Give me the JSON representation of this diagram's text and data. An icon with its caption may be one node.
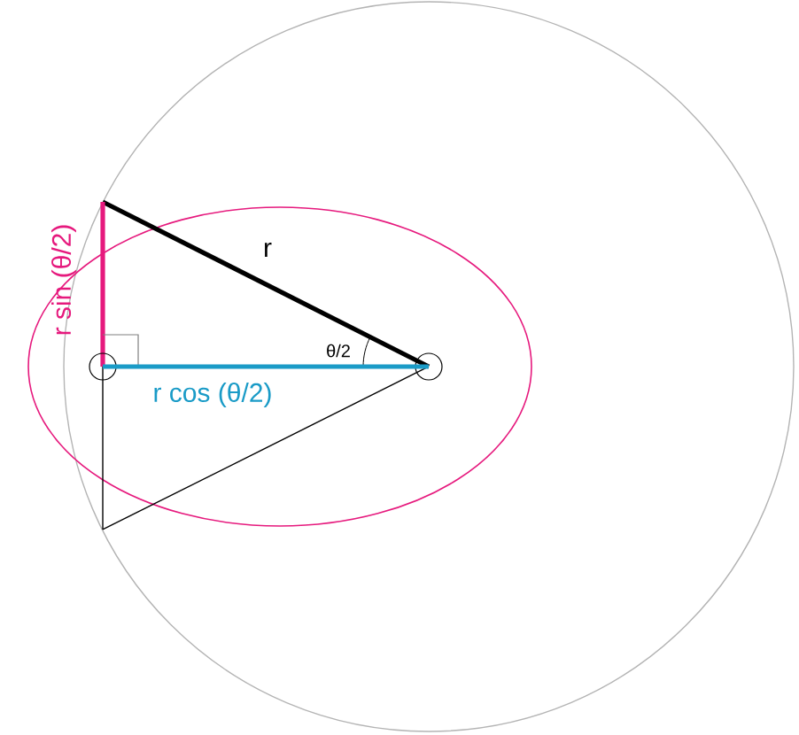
{
  "diagram": {
    "nodes": [
      {
        "text": [],
        "shape": "circle"
      },
      {
        "text": [],
        "shape": "circle"
      }
    ],
    "edges": [
      {
        "from": 0,
        "to": 1,
        "arrow": "none",
        "label": "r cos (θ/2)",
        "color": "#1a9bc7"
      }
    ],
    "labels": [
      "r",
      "r sin (θ/2)",
      "θ/2"
    ]
  }
}
